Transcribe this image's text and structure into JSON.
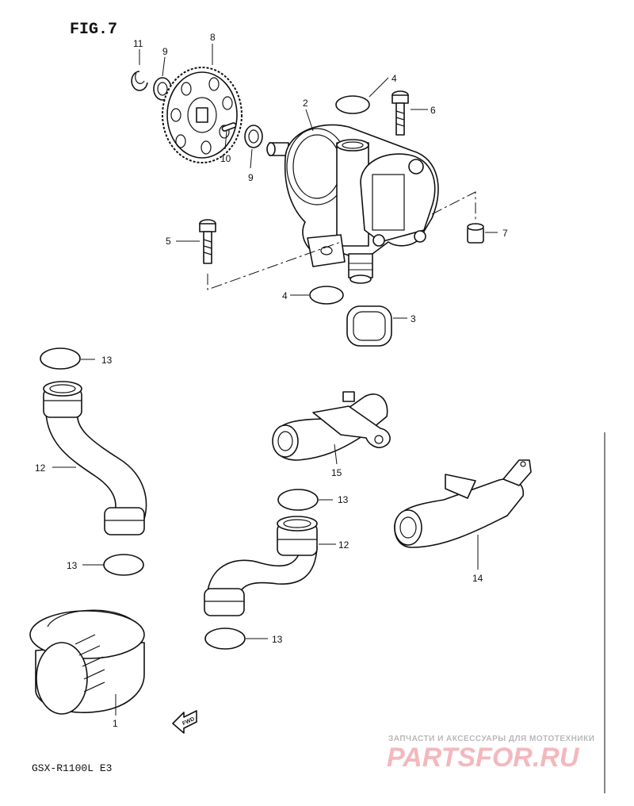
{
  "figure": {
    "title": "FIG.7",
    "model": "GSX-R1100L E3",
    "fwd": "FWD"
  },
  "watermark": {
    "tagline": "ЗАПЧАСТИ И АКСЕССУАРЫ ДЛЯ МОТОТЕХНИКИ",
    "logo": "PARTSFOR.RU"
  },
  "callouts": [
    {
      "id": "11",
      "text": "11"
    },
    {
      "id": "9a",
      "text": "9"
    },
    {
      "id": "8",
      "text": "8"
    },
    {
      "id": "10",
      "text": "10"
    },
    {
      "id": "9b",
      "text": "9"
    },
    {
      "id": "2",
      "text": "2"
    },
    {
      "id": "4a",
      "text": "4"
    },
    {
      "id": "6",
      "text": "6"
    },
    {
      "id": "5",
      "text": "5"
    },
    {
      "id": "7",
      "text": "7"
    },
    {
      "id": "4b",
      "text": "4"
    },
    {
      "id": "3",
      "text": "3"
    },
    {
      "id": "13a",
      "text": "13"
    },
    {
      "id": "12a",
      "text": "12"
    },
    {
      "id": "15",
      "text": "15"
    },
    {
      "id": "13b",
      "text": "13"
    },
    {
      "id": "12b",
      "text": "12"
    },
    {
      "id": "14",
      "text": "14"
    },
    {
      "id": "13c",
      "text": "13"
    },
    {
      "id": "13d",
      "text": "13"
    },
    {
      "id": "1",
      "text": "1"
    }
  ]
}
